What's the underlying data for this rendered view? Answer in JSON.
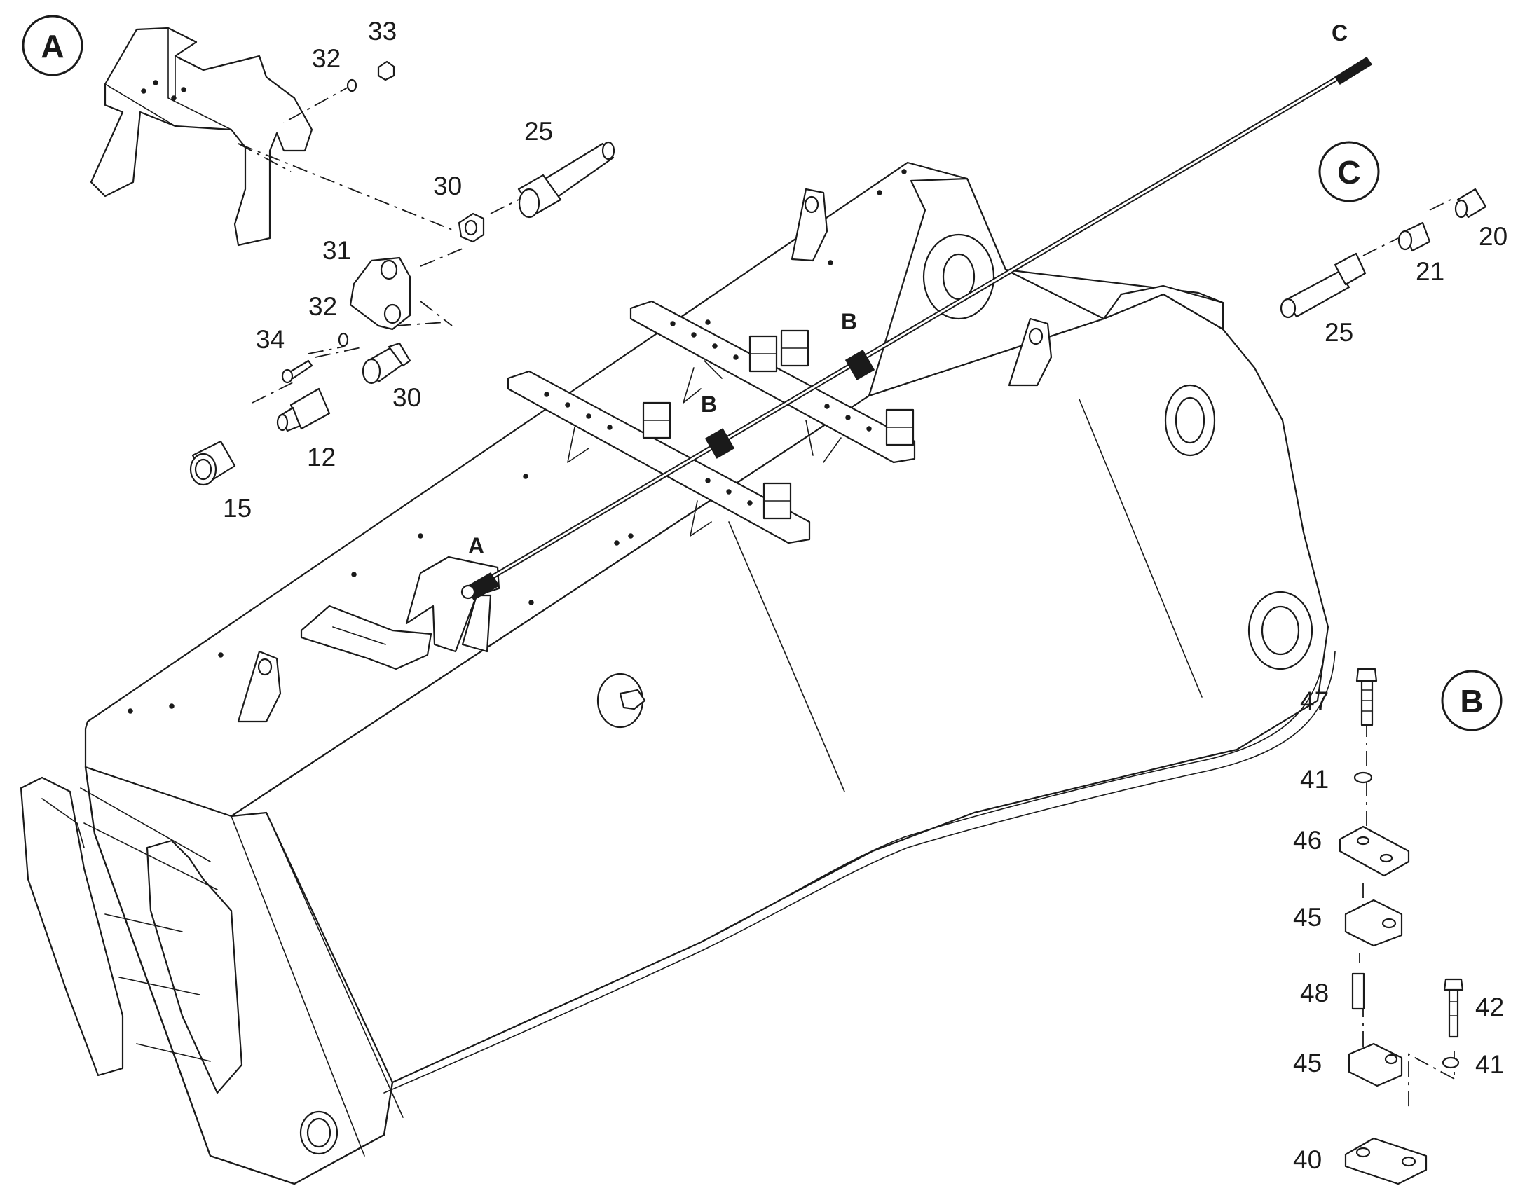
{
  "detail_labels": {
    "A": "A",
    "B": "B",
    "C": "C"
  },
  "boom_refs": {
    "a": "A",
    "b1": "B",
    "b2": "B",
    "c": "C"
  },
  "detail_a_parts": {
    "p33": "33",
    "p32_top": "32",
    "p25": "25",
    "p30_top": "30",
    "p31": "31",
    "p32_mid": "32",
    "p34": "34",
    "p30_bot": "30",
    "p12": "12",
    "p15": "15"
  },
  "detail_c_parts": {
    "p20": "20",
    "p21": "21",
    "p25": "25"
  },
  "detail_b_parts": {
    "p47": "47",
    "p41_top": "41",
    "p46": "46",
    "p45_top": "45",
    "p48": "48",
    "p42": "42",
    "p45_bot": "45",
    "p41_bot": "41",
    "p40": "40"
  }
}
